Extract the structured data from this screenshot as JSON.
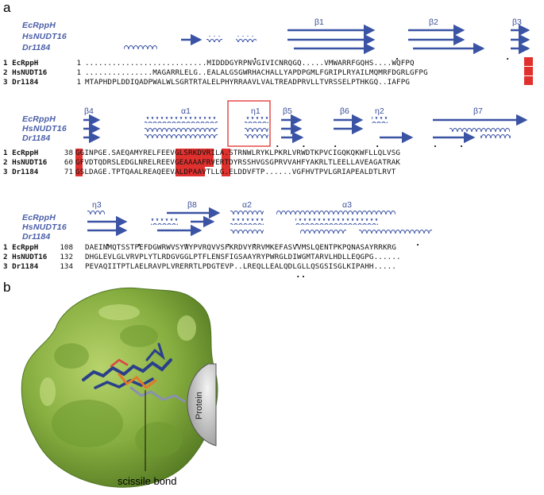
{
  "figure": {
    "panel_a_letter": "a",
    "panel_b_letter": "b"
  },
  "alignment": {
    "proteins": [
      "EcRppH",
      "HsNUDT16",
      "Dr1184"
    ],
    "blocks": [
      {
        "ss_labels": [
          "β1",
          "β2",
          "β3"
        ],
        "rows": [
          {
            "label": "1 EcRppH",
            "start": "1",
            "seq": "...........................MIDDDGYRPNVGIVICNRQGQ.....VMWARRFGQHS....WQFPQ"
          },
          {
            "label": "2 HsNUDT16",
            "start": "1",
            "seq": "...............MAGARRLELG..EALALGSGWRHACHALLYAPDPGMLFGRIPLRYAILMQMRFDGRLGFPG"
          },
          {
            "label": "3 Dr1184",
            "start": "1",
            "seq": "MTAPHDPLDDIQADPWALWLSGRTRTALELPHYRRAAVLVALTREADPRVLLTVRSSELPTHKGQ..IAFPG"
          }
        ]
      },
      {
        "ss_labels": [
          "β4",
          "α1",
          "η1",
          "β5",
          "β6",
          "η2",
          "β7"
        ],
        "rows": [
          {
            "label": "1 EcRppH",
            "start": "38",
            "seq": "GGINPGE.SAEQAMYRELFEEVGLSRKDVRILA.STRNWLRYKLPKRLVRWDTKPVCIGQKQKWFLLQLVSG"
          },
          {
            "label": "2 HsNUDT16",
            "start": "60",
            "seq": "GFVDTQDRSLEDGLNRELREEVGEAAAAFRVERTDYRSSHVGSGPRVVAHFYAKRLTLEELLAVEAGATRAK"
          },
          {
            "label": "3 Dr1184",
            "start": "71",
            "seq": "GSLDAGE.TPTQAALREAQEEVALDPAAVTLLG.ELDDVFTP......VGFHVTPVLGRIAPEALDTLRVT"
          }
        ]
      },
      {
        "ss_labels": [
          "η3",
          "β8",
          "α2",
          "α3"
        ],
        "rows": [
          {
            "label": "1 EcRppH",
            "start": "108",
            "seq": "DAEINMQTSSTPEFDGWRWVSYWYPVRQVVSFKRDVYRRVMKEFASVVMSLQENTPKPQNASAYRRKRG"
          },
          {
            "label": "2 HsNUDT16",
            "start": "132",
            "seq": "DHGLEVLGLVRVPLYTLRDGVGGLPTFLENSFIGSAAYRYPWRGLDIWGMTARVLHDLLEQGPG......"
          },
          {
            "label": "3 Dr1184",
            "start": "134",
            "seq": "PEVAQIITPTLAELRAVPLVRERRTLPDGTEVP..LREQLLEALQDLGLLQSGSISGLKIPAHH....."
          }
        ]
      }
    ]
  },
  "structure": {
    "scissile_label": "scissile bond",
    "protein_label": "Protein"
  },
  "colors": {
    "helix_arrow": "#3a53a4",
    "highlight_red": "#e0312e",
    "box_red": "#e0312e",
    "surface_green": "#8fb84a"
  }
}
